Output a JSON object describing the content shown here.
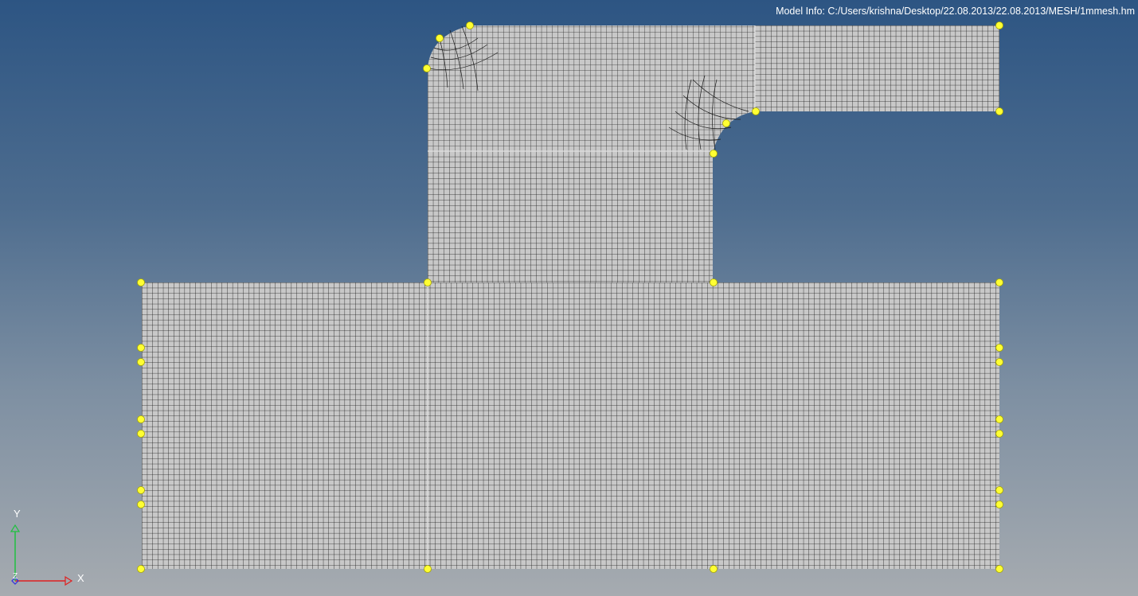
{
  "model_info": {
    "label": "Model Info:",
    "path": "C:/Users/krishna/Desktop/22.08.2013/22.08.2013/MESH/1mmesh.hm"
  },
  "triad": {
    "x_label": "X",
    "y_label": "Y",
    "z_label": "Z"
  },
  "colors": {
    "background_top": "#2d5583",
    "background_bottom": "#a6abb0",
    "mesh_fill": "#c8c8c8",
    "mesh_lines": "#1a1a1a",
    "node_marker": "#ffff33",
    "x_axis": "#e02020",
    "y_axis": "#20c040",
    "z_axis": "#3030e0"
  }
}
